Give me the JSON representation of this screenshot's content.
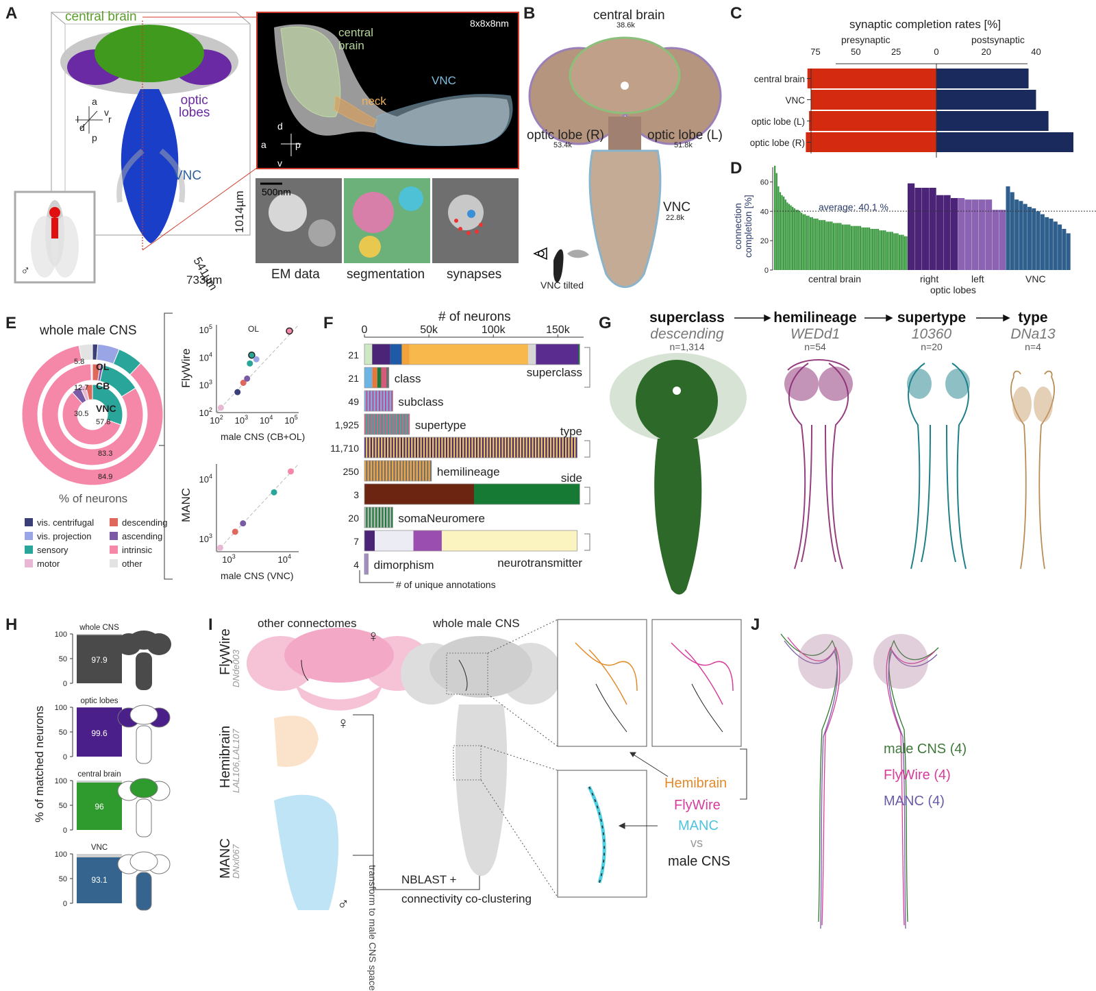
{
  "panels": {
    "A": {
      "label": "A",
      "central_brain": "central brain",
      "optic_lobes": "optic\nlobes",
      "vnc": "VNC",
      "dim_x": "733µm",
      "dim_y": "1014µm",
      "dim_z": "541µm",
      "axes_lrd": [
        "l",
        "r",
        "d",
        "v",
        "a",
        "p"
      ],
      "inset_res": "8x8x8nm",
      "inset_central_brain": "central\nbrain",
      "inset_vnc": "VNC",
      "inset_neck": "neck",
      "inset_axes": [
        "d",
        "v",
        "a",
        "p"
      ],
      "scale_bar": "500nm",
      "em_caption": "EM data",
      "seg_caption": "segmentation",
      "syn_caption": "synapses",
      "male_symbol": "♂"
    },
    "B": {
      "label": "B",
      "central_brain": "central brain",
      "central_brain_n": "38.6k",
      "optic_lobe_r": "optic lobe (R)",
      "optic_lobe_r_n": "53.4k",
      "optic_lobe_l": "optic lobe (L)",
      "optic_lobe_l_n": "51.8k",
      "vnc": "VNC",
      "vnc_n": "22.8k",
      "vnc_tilted": "VNC tilted"
    },
    "C": {
      "label": "C",
      "title": "synaptic completion rates [%]",
      "presynaptic": "presynaptic",
      "postsynaptic": "postsynaptic",
      "pre_ticks": [
        "75",
        "50",
        "25",
        "0"
      ],
      "post_ticks": [
        "20",
        "40"
      ]
    },
    "D": {
      "label": "D",
      "ylabel": "connection\ncompletion [%]",
      "yticks": [
        "0",
        "20",
        "40",
        "60"
      ],
      "average": "average: 40.1 %",
      "groups": [
        "central brain",
        "right",
        "left",
        "VNC"
      ],
      "optic_lobes": "optic lobes"
    },
    "E": {
      "label": "E",
      "title": "whole male CNS",
      "xlabel": "% of neurons",
      "ring_labels": [
        "OL",
        "CB",
        "VNC"
      ],
      "values": [
        "5.8",
        "12.7",
        "30.5",
        "57.8",
        "83.3",
        "84.9"
      ],
      "legend": [
        {
          "label": "vis. centrifugal",
          "color": "#3b3f78"
        },
        {
          "label": "descending",
          "color": "#e0675b"
        },
        {
          "label": "vis. projection",
          "color": "#9aa5e6"
        },
        {
          "label": "ascending",
          "color": "#7b5aa6"
        },
        {
          "label": "sensory",
          "color": "#2aa59a"
        },
        {
          "label": "intrinsic",
          "color": "#f587a8"
        },
        {
          "label": "motor",
          "color": "#e8b7d3"
        },
        {
          "label": "other",
          "color": "#e3e3e3"
        }
      ],
      "scatter_top_y": "FlyWire",
      "scatter_top_x": "male CNS (CB+OL)",
      "scatter_top_ol": "OL",
      "scatter_bottom_y": "MANC",
      "scatter_bottom_x": "male CNS (VNC)"
    },
    "F": {
      "label": "F",
      "title": "# of neurons",
      "xticks": [
        "0",
        "50k",
        "100k",
        "150k"
      ],
      "footer": "# of unique annotations"
    },
    "G": {
      "label": "G",
      "levels": [
        {
          "title": "superclass",
          "name": "descending",
          "n": "n=1,314"
        },
        {
          "title": "hemilineage",
          "name": "WEDd1",
          "n": "n=54"
        },
        {
          "title": "supertype",
          "name": "10360",
          "n": "n=20"
        },
        {
          "title": "type",
          "name": "DNa13",
          "n": "n=4"
        }
      ]
    },
    "H": {
      "label": "H",
      "ylabel": "% of matched neurons",
      "yticks": [
        "0",
        "50",
        "100"
      ]
    },
    "I": {
      "label": "I",
      "other_connectomes": "other connectomes",
      "whole_male_cns": "whole male CNS",
      "flywire": "FlyWire",
      "flywire_id": "DNde003",
      "hemibrain": "Hemibrain",
      "hemibrain_id": "LAL106,LAL107",
      "manc": "MANC",
      "manc_id": "DNxl067",
      "transform": "transform to male CNS space",
      "nblast": "NBLAST +",
      "coclustering": "connectivity co-clustering",
      "legend_hemibrain": "Hemibrain",
      "legend_flywire": "FlyWire",
      "legend_manc": "MANC",
      "legend_vs": "vs",
      "legend_male": "male CNS",
      "female": "♀",
      "male": "♂"
    },
    "J": {
      "label": "J",
      "male_cns": "male CNS (4)",
      "flywire": "FlyWire (4)",
      "manc": "MANC (4)"
    }
  },
  "chart_data": [
    {
      "type": "bar",
      "panel": "C",
      "title": "synaptic completion rates [%]",
      "categories": [
        "central brain",
        "VNC",
        "optic lobe (L)",
        "optic lobe (R)"
      ],
      "series": [
        {
          "name": "presynaptic",
          "color": "#d42a10",
          "values": [
            80,
            78,
            79,
            81
          ]
        },
        {
          "name": "postsynaptic",
          "color": "#1a2a5c",
          "values": [
            37,
            40,
            45,
            55
          ]
        }
      ],
      "xlim_pre": [
        0,
        85
      ],
      "xlim_post": [
        0,
        55
      ]
    },
    {
      "type": "bar",
      "panel": "D",
      "ylabel": "connection completion [%]",
      "ylim": [
        0,
        70
      ],
      "average": 40.1,
      "groups": [
        {
          "name": "central brain",
          "color": "#3e9a43",
          "values": [
            71,
            66,
            57,
            53,
            51,
            50,
            48,
            46,
            45,
            44,
            43,
            42,
            41,
            41,
            40,
            39,
            38,
            38,
            37,
            37,
            36,
            36,
            35,
            35,
            35,
            34,
            34,
            34,
            34,
            33,
            33,
            33,
            33,
            32,
            32,
            32,
            32,
            32,
            31,
            31,
            31,
            31,
            31,
            30,
            30,
            30,
            30,
            30,
            30,
            29,
            29,
            29,
            29,
            29,
            28,
            28,
            28,
            28,
            28,
            27,
            27,
            27,
            27,
            26,
            26,
            26,
            26,
            25,
            25,
            25,
            24,
            24,
            24,
            23,
            23
          ]
        },
        {
          "name": "right",
          "color": "#4b2377",
          "values": [
            59,
            56,
            56,
            56,
            51,
            51,
            49
          ]
        },
        {
          "name": "left",
          "color": "#8c63b3",
          "values": [
            49,
            48,
            48,
            48,
            48,
            41,
            41
          ]
        },
        {
          "name": "VNC",
          "color": "#2f5f8c",
          "values": [
            57,
            53,
            48,
            47,
            45,
            43,
            42,
            40,
            38,
            36,
            35,
            33,
            31,
            28,
            25
          ]
        }
      ]
    },
    {
      "type": "pie",
      "panel": "E",
      "rings": [
        {
          "name": "OL",
          "slices": [
            {
              "label": "vis. centrifugal",
              "value": 1.2
            },
            {
              "label": "vis. projection",
              "value": 5.0
            },
            {
              "label": "sensory",
              "value": 5.8
            },
            {
              "label": "intrinsic",
              "value": 84.9
            },
            {
              "label": "other",
              "value": 3.1
            }
          ]
        },
        {
          "name": "CB",
          "slices": [
            {
              "label": "descending",
              "value": 2.5
            },
            {
              "label": "ascending",
              "value": 1.0
            },
            {
              "label": "sensory",
              "value": 12.7
            },
            {
              "label": "intrinsic",
              "value": 83.3
            },
            {
              "label": "other",
              "value": 0.5
            }
          ]
        },
        {
          "name": "VNC",
          "slices": [
            {
              "label": "sensory",
              "value": 30.5
            },
            {
              "label": "intrinsic",
              "value": 57.8
            },
            {
              "label": "ascending",
              "value": 5.0
            },
            {
              "label": "motor",
              "value": 3.0
            },
            {
              "label": "descending",
              "value": 3.7
            }
          ]
        }
      ]
    },
    {
      "type": "scatter",
      "panel": "E-top",
      "xlabel": "male CNS (CB+OL)",
      "ylabel": "FlyWire",
      "log": true,
      "xlim": [
        100,
        200000
      ],
      "ylim": [
        100,
        150000
      ],
      "points": [
        {
          "x": 150,
          "y": 150,
          "color": "#e8b7d3"
        },
        {
          "x": 700,
          "y": 550,
          "color": "#3b3f78"
        },
        {
          "x": 1200,
          "y": 1200,
          "color": "#e0675b"
        },
        {
          "x": 1700,
          "y": 1700,
          "color": "#7b5aa6"
        },
        {
          "x": 2200,
          "y": 6000,
          "color": "#2aa59a"
        },
        {
          "x": 2600,
          "y": 12000,
          "color": "#2aa59a",
          "ring": true
        },
        {
          "x": 4000,
          "y": 8500,
          "color": "#9aa5e6"
        },
        {
          "x": 85000,
          "y": 90000,
          "color": "#f587a8",
          "ring": true
        }
      ]
    },
    {
      "type": "scatter",
      "panel": "E-bottom",
      "xlabel": "male CNS (VNC)",
      "ylabel": "MANC",
      "log": true,
      "xlim": [
        600,
        18000
      ],
      "ylim": [
        600,
        18000
      ],
      "points": [
        {
          "x": 700,
          "y": 700,
          "color": "#e8b7d3"
        },
        {
          "x": 1300,
          "y": 1300,
          "color": "#e0675b"
        },
        {
          "x": 1800,
          "y": 1800,
          "color": "#7b5aa6"
        },
        {
          "x": 6500,
          "y": 6000,
          "color": "#2aa59a"
        },
        {
          "x": 13000,
          "y": 13500,
          "color": "#f587a8"
        }
      ]
    },
    {
      "type": "bar",
      "panel": "F",
      "title": "# of neurons",
      "xlim": [
        0,
        170000
      ],
      "rows": [
        {
          "count": "21",
          "label": "",
          "segments": [
            [
              6000,
              "#cfe8c4"
            ],
            [
              14000,
              "#4b2377"
            ],
            [
              9000,
              "#1f5aa6"
            ],
            [
              6000,
              "#f2a33a"
            ],
            [
              92000,
              "#f9b84b"
            ],
            [
              6000,
              "#d6d6d6"
            ],
            [
              33000,
              "#5a2c8f"
            ],
            [
              1000,
              "#1b7a3a"
            ]
          ]
        },
        {
          "count": "21",
          "label": "class",
          "segments": [
            [
              6000,
              "#6cb4e4"
            ],
            [
              4000,
              "#e3793e"
            ],
            [
              3000,
              "#1b7a3a"
            ],
            [
              4000,
              "#d65b7b"
            ],
            [
              2000,
              "#6d6d6d"
            ]
          ]
        },
        {
          "count": "49",
          "label": "subclass",
          "segments": [
            [
              22000,
              "multi"
            ]
          ]
        },
        {
          "count": "1,925",
          "label": "supertype",
          "segments": [
            [
              35000,
              "multi"
            ]
          ]
        },
        {
          "count": "11,710",
          "label": "",
          "segments": [
            [
              165000,
              "multi"
            ]
          ]
        },
        {
          "count": "250",
          "label": "hemilineage",
          "segments": [
            [
              52000,
              "multi"
            ]
          ]
        },
        {
          "count": "3",
          "label": "",
          "segments": [
            [
              85000,
              "#6b2510"
            ],
            [
              82000,
              "#167a34"
            ]
          ]
        },
        {
          "count": "20",
          "label": "somaNeuromere",
          "segments": [
            [
              22000,
              "multi"
            ]
          ]
        },
        {
          "count": "7",
          "label": "",
          "segments": [
            [
              8000,
              "#4b2377"
            ],
            [
              30000,
              "#ececf4"
            ],
            [
              22000,
              "#9a4fb0"
            ],
            [
              105000,
              "#fbf3c0"
            ]
          ]
        },
        {
          "count": "4",
          "label": "dimorphism",
          "segments": [
            [
              3000,
              "multi"
            ]
          ]
        }
      ],
      "brackets": [
        "superclass",
        "type",
        "side",
        "neurotransmitter"
      ]
    },
    {
      "type": "bar",
      "panel": "H",
      "ylabel": "% of matched neurons",
      "ylim": [
        0,
        100
      ],
      "categories": [
        "whole CNS",
        "optic lobes",
        "central brain",
        "VNC"
      ],
      "values": [
        97.9,
        99.6,
        96,
        93.1
      ],
      "colors": [
        "#4a4a4a",
        "#4b1f8a",
        "#2f9a2e",
        "#35658f"
      ]
    }
  ]
}
